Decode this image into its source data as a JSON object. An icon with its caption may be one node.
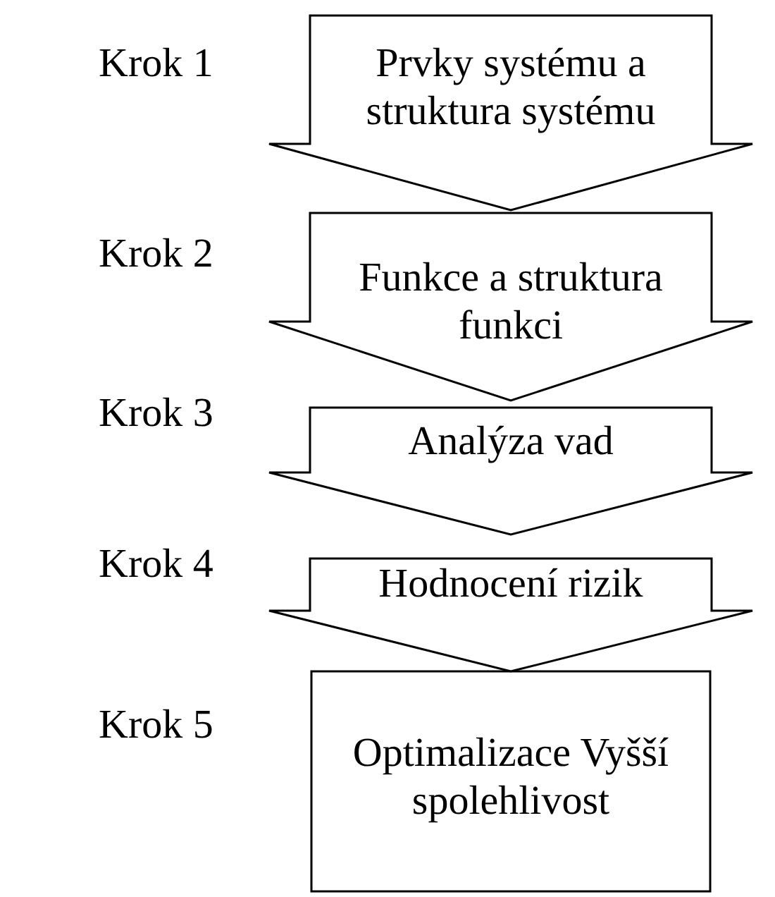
{
  "diagram": {
    "nodes": [
      {
        "text": [
          "Prvky systému a struktura systému"
        ],
        "beside": [
          "Krok 1"
        ]
      },
      {
        "text": [
          "Funkce a struktura funkci"
        ],
        "beside": [
          "Krok 2"
        ]
      },
      {
        "text": [
          "Analýza vad"
        ],
        "beside": [
          "Krok 3"
        ]
      },
      {
        "text": [
          "Hodnocení rizik"
        ],
        "beside": [
          "Krok 4"
        ]
      },
      {
        "text": [
          "Optimalizace Vyšší spolehlivost"
        ],
        "beside": [
          "Krok 5"
        ]
      }
    ],
    "edges": []
  }
}
